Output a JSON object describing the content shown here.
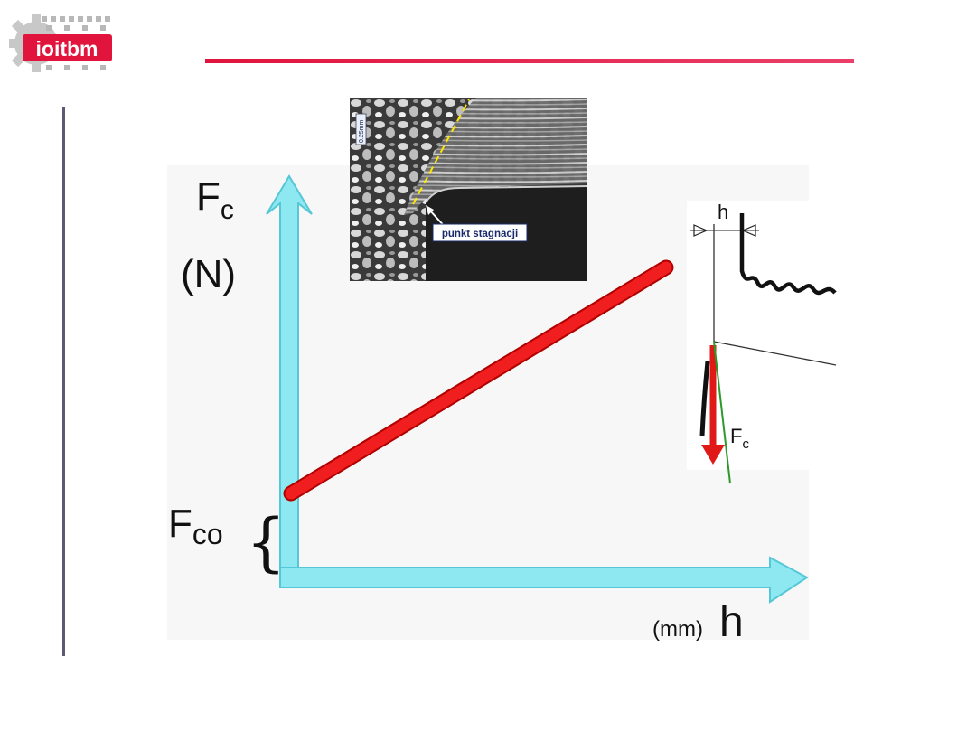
{
  "logo": {
    "text": "ioitbm",
    "color": "#e0143c"
  },
  "colors": {
    "accent_rule": "#e0143c",
    "axis": "#8ee8f2",
    "axis_outline": "#55c7d6",
    "force_line": "#f01e1e",
    "force_line_outline": "#b00000",
    "left_rule": "#5a5a78"
  },
  "graph": {
    "y_axis_symbol": "F",
    "y_axis_subscript": "c",
    "y_axis_unit": "(N)",
    "intercept_symbol": "F",
    "intercept_subscript": "co",
    "intercept_brace": "{",
    "x_axis_unit": "(mm)",
    "x_axis_symbol": "h"
  },
  "micrograph": {
    "callout": "punkt stagnacji",
    "scale_text": "0.25mm"
  },
  "tool_sketch": {
    "thickness_label": "h",
    "force_symbol": "F",
    "force_subscript": "c"
  }
}
